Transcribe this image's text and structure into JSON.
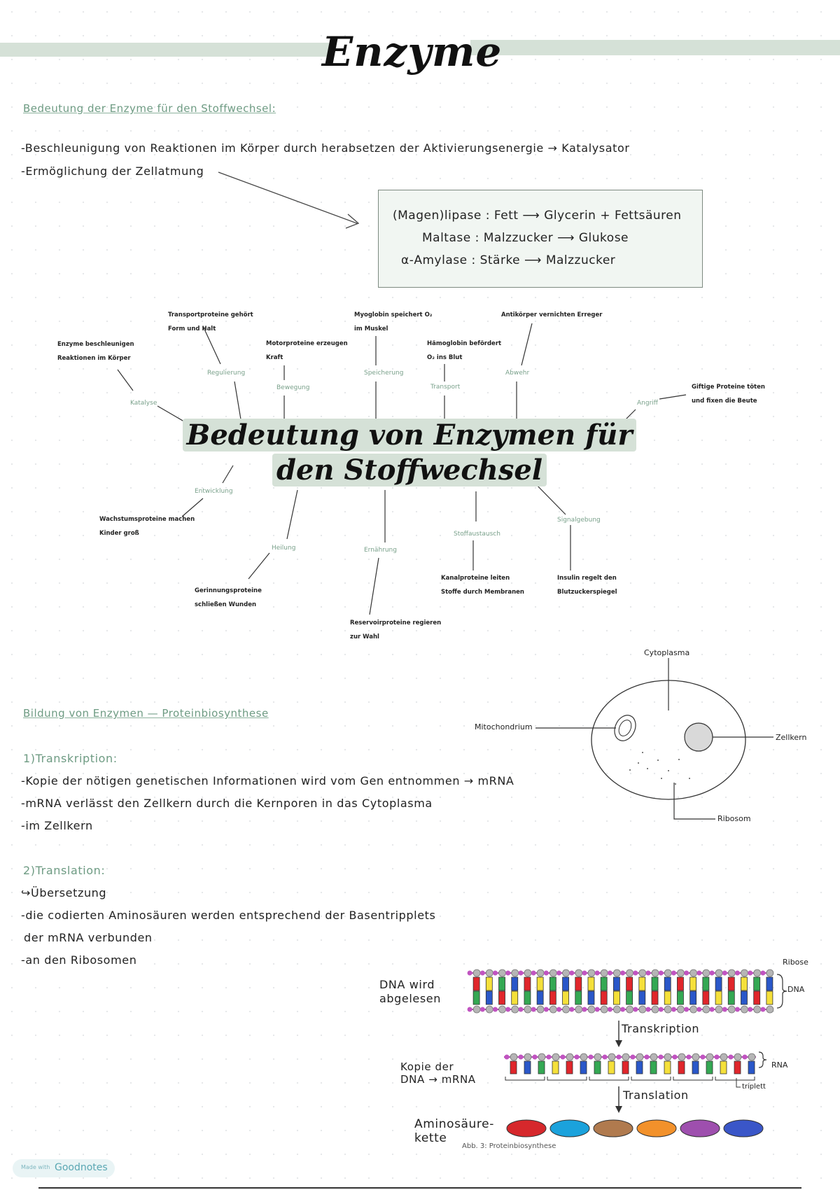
{
  "title": "Enzyme",
  "section1": {
    "heading": "Bedeutung der Enzyme für den Stoffwechsel:",
    "bullets": [
      "-Beschleunigung von Reaktionen im Körper durch herabsetzen der Aktivierungsenergie → Katalysator",
      "-Ermöglichung der Zellatmung"
    ],
    "box": [
      "(Magen)lipase : Fett ⟶ Glycerin + Fettsäuren",
      "Maltase : Malzzucker ⟶ Glukose",
      "α-Amylase : Stärke ⟶ Malzzucker"
    ]
  },
  "mindmap": {
    "center_line1": "Bedeutung von Enzymen für",
    "center_line2": "den Stoffwechsel",
    "branches": [
      {
        "label": "Abwehr",
        "text": [
          "Antikörper vernichten Erreger"
        ]
      },
      {
        "label": "Speicherung",
        "text": [
          "Myoglobin speichert O₂",
          "im Muskel"
        ]
      },
      {
        "label": "Transport",
        "text": [
          "Hämoglobin befördert",
          "O₂ ins Blut"
        ]
      },
      {
        "label": "Regulierung",
        "text": [
          "Transportproteine gehört",
          "Form und Halt"
        ]
      },
      {
        "label": "Bewegung",
        "text": [
          "Motorproteine erzeugen",
          "Kraft"
        ]
      },
      {
        "label": "Katalyse",
        "text": [
          "Enzyme beschleunigen",
          "Reaktionen im Körper"
        ]
      },
      {
        "label": "Angriff",
        "text": [
          "Giftige Proteine töten",
          "und fixen die Beute"
        ]
      },
      {
        "label": "Entwicklung",
        "text": [
          "Wachstumsproteine machen",
          "Kinder groß"
        ]
      },
      {
        "label": "Heilung",
        "text": [
          "Gerinnungsproteine",
          "schließen Wunden"
        ]
      },
      {
        "label": "Ernährung",
        "text": [
          "Reservoirproteine regieren",
          "zur Wahl"
        ]
      },
      {
        "label": "Stoffaustausch",
        "text": [
          "Kanalproteine leiten",
          "Stoffe durch Membranen"
        ]
      },
      {
        "label": "Signalgebung",
        "text": [
          "Insulin regelt den",
          "Blutzuckerspiegel"
        ]
      }
    ]
  },
  "section2": {
    "heading": "Bildung von Enzymen — Proteinbiosynthese",
    "transcription_heading": "1)Transkription:",
    "transcription": [
      "-Kopie der nötigen genetischen Informationen wird vom Gen entnommen → mRNA",
      "-mRNA verlässt den Zellkern durch die Kernporen in das Cytoplasma",
      "-im Zellkern"
    ],
    "translation_heading": "2)Translation:",
    "translation": [
      "↪Übersetzung",
      "-die codierten Aminosäuren werden entsprechend der Basentripplets",
      "der mRNA verbunden",
      "-an den Ribosomen"
    ]
  },
  "cell": {
    "cytoplasma": "Cytoplasma",
    "mitochondrium": "Mitochondrium",
    "zellkern": "Zellkern",
    "ribosom": "Ribosom"
  },
  "protein_diagram": {
    "dna_label_1": "DNA wird",
    "dna_label_2": "abgelesen",
    "dna": "DNA",
    "ribose": "Ribose",
    "transkription": "Transkription",
    "rna": "RNA",
    "triplett": "triplett",
    "mrna_label_1": "Kopie der",
    "mrna_label_2": "DNA → mRNA",
    "translation": "Translation",
    "aa_label_1": "Aminosäure-",
    "aa_label_2": "kette",
    "caption": "Abb. 3: Proteinbiosynthese",
    "aa_colors": [
      "#d6282c",
      "#1ba2dc",
      "#b07a4e",
      "#f2912b",
      "#9e4fae",
      "#3a56c8"
    ],
    "base_colors": [
      "#e0262b",
      "#f5e03a",
      "#34a853",
      "#2a57c9"
    ]
  },
  "footer": {
    "badge": "Goodnotes",
    "badge_prefix": "Made with"
  }
}
